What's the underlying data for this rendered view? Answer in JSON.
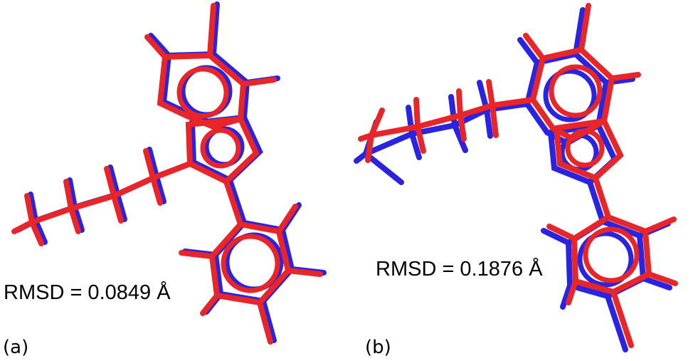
{
  "panels": [
    {
      "id": "a",
      "label": "(a)",
      "rmsd_text": "RMSD = 0.0849 Å"
    },
    {
      "id": "b",
      "label": "(b)",
      "rmsd_text": "RMSD = 0.1876 Å"
    }
  ],
  "colors": {
    "structure_1": "#e8262a",
    "structure_2": "#2a23e0",
    "text": "#000000"
  }
}
